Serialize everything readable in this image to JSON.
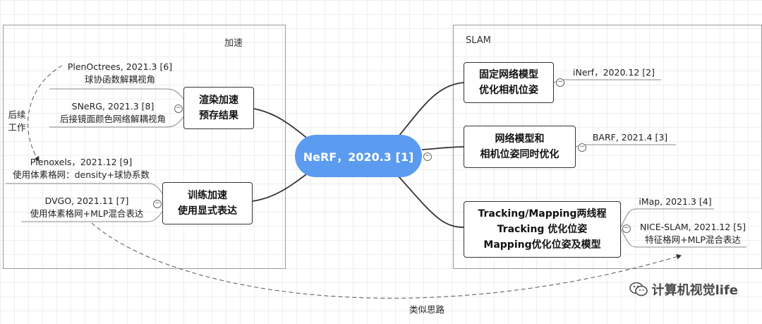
{
  "center": {
    "label": "NeRF，2020.3 [1]"
  },
  "left_frame": {
    "title": "加速"
  },
  "right_frame": {
    "title": "SLAM"
  },
  "nodes": {
    "render": {
      "line1": "渲染加速",
      "line2": "预存结果"
    },
    "train": {
      "line1": "训练加速",
      "line2": "使用显式表达"
    },
    "fixed": {
      "line1": "固定网络模型",
      "line2": "优化相机位姿"
    },
    "joint": {
      "line1": "网络模型和",
      "line2": "相机位姿同时优化"
    },
    "tracking": {
      "line1": "Tracking/Mapping两线程",
      "line2": "Tracking 优化位姿",
      "line3": "Mapping优化位姿及模型"
    }
  },
  "leaves": {
    "plenoctrees": {
      "title": "PlenOctrees, 2021.3 [6]",
      "desc": "球协函数解耦视角"
    },
    "snerg": {
      "title": "SNeRG, 2021.3 [8]",
      "desc": "后接镜面颜色网络解耦视角"
    },
    "plenoxels": {
      "title": "Plenoxels，2021.12 [9]",
      "desc": "使用体素格网：density+球协系数"
    },
    "dvgo": {
      "title": "DVGO, 2021.11 [7]",
      "desc": "使用体素格网+MLP混合表达"
    },
    "inerf": {
      "title": "iNerf，2020.12 [2]"
    },
    "barf": {
      "title": "BARF, 2021.4 [3]"
    },
    "imap": {
      "title": "iMap, 2021.3 [4]"
    },
    "niceslam": {
      "title": "NICE-SLAM, 2021.12 [5]",
      "desc": "特征格网+MLP混合表达"
    }
  },
  "notes": {
    "followup": {
      "line1": "后续",
      "line2": "工作"
    },
    "similar": "类似思路"
  },
  "collapse_symbol": "−",
  "watermark": "计算机视觉life"
}
